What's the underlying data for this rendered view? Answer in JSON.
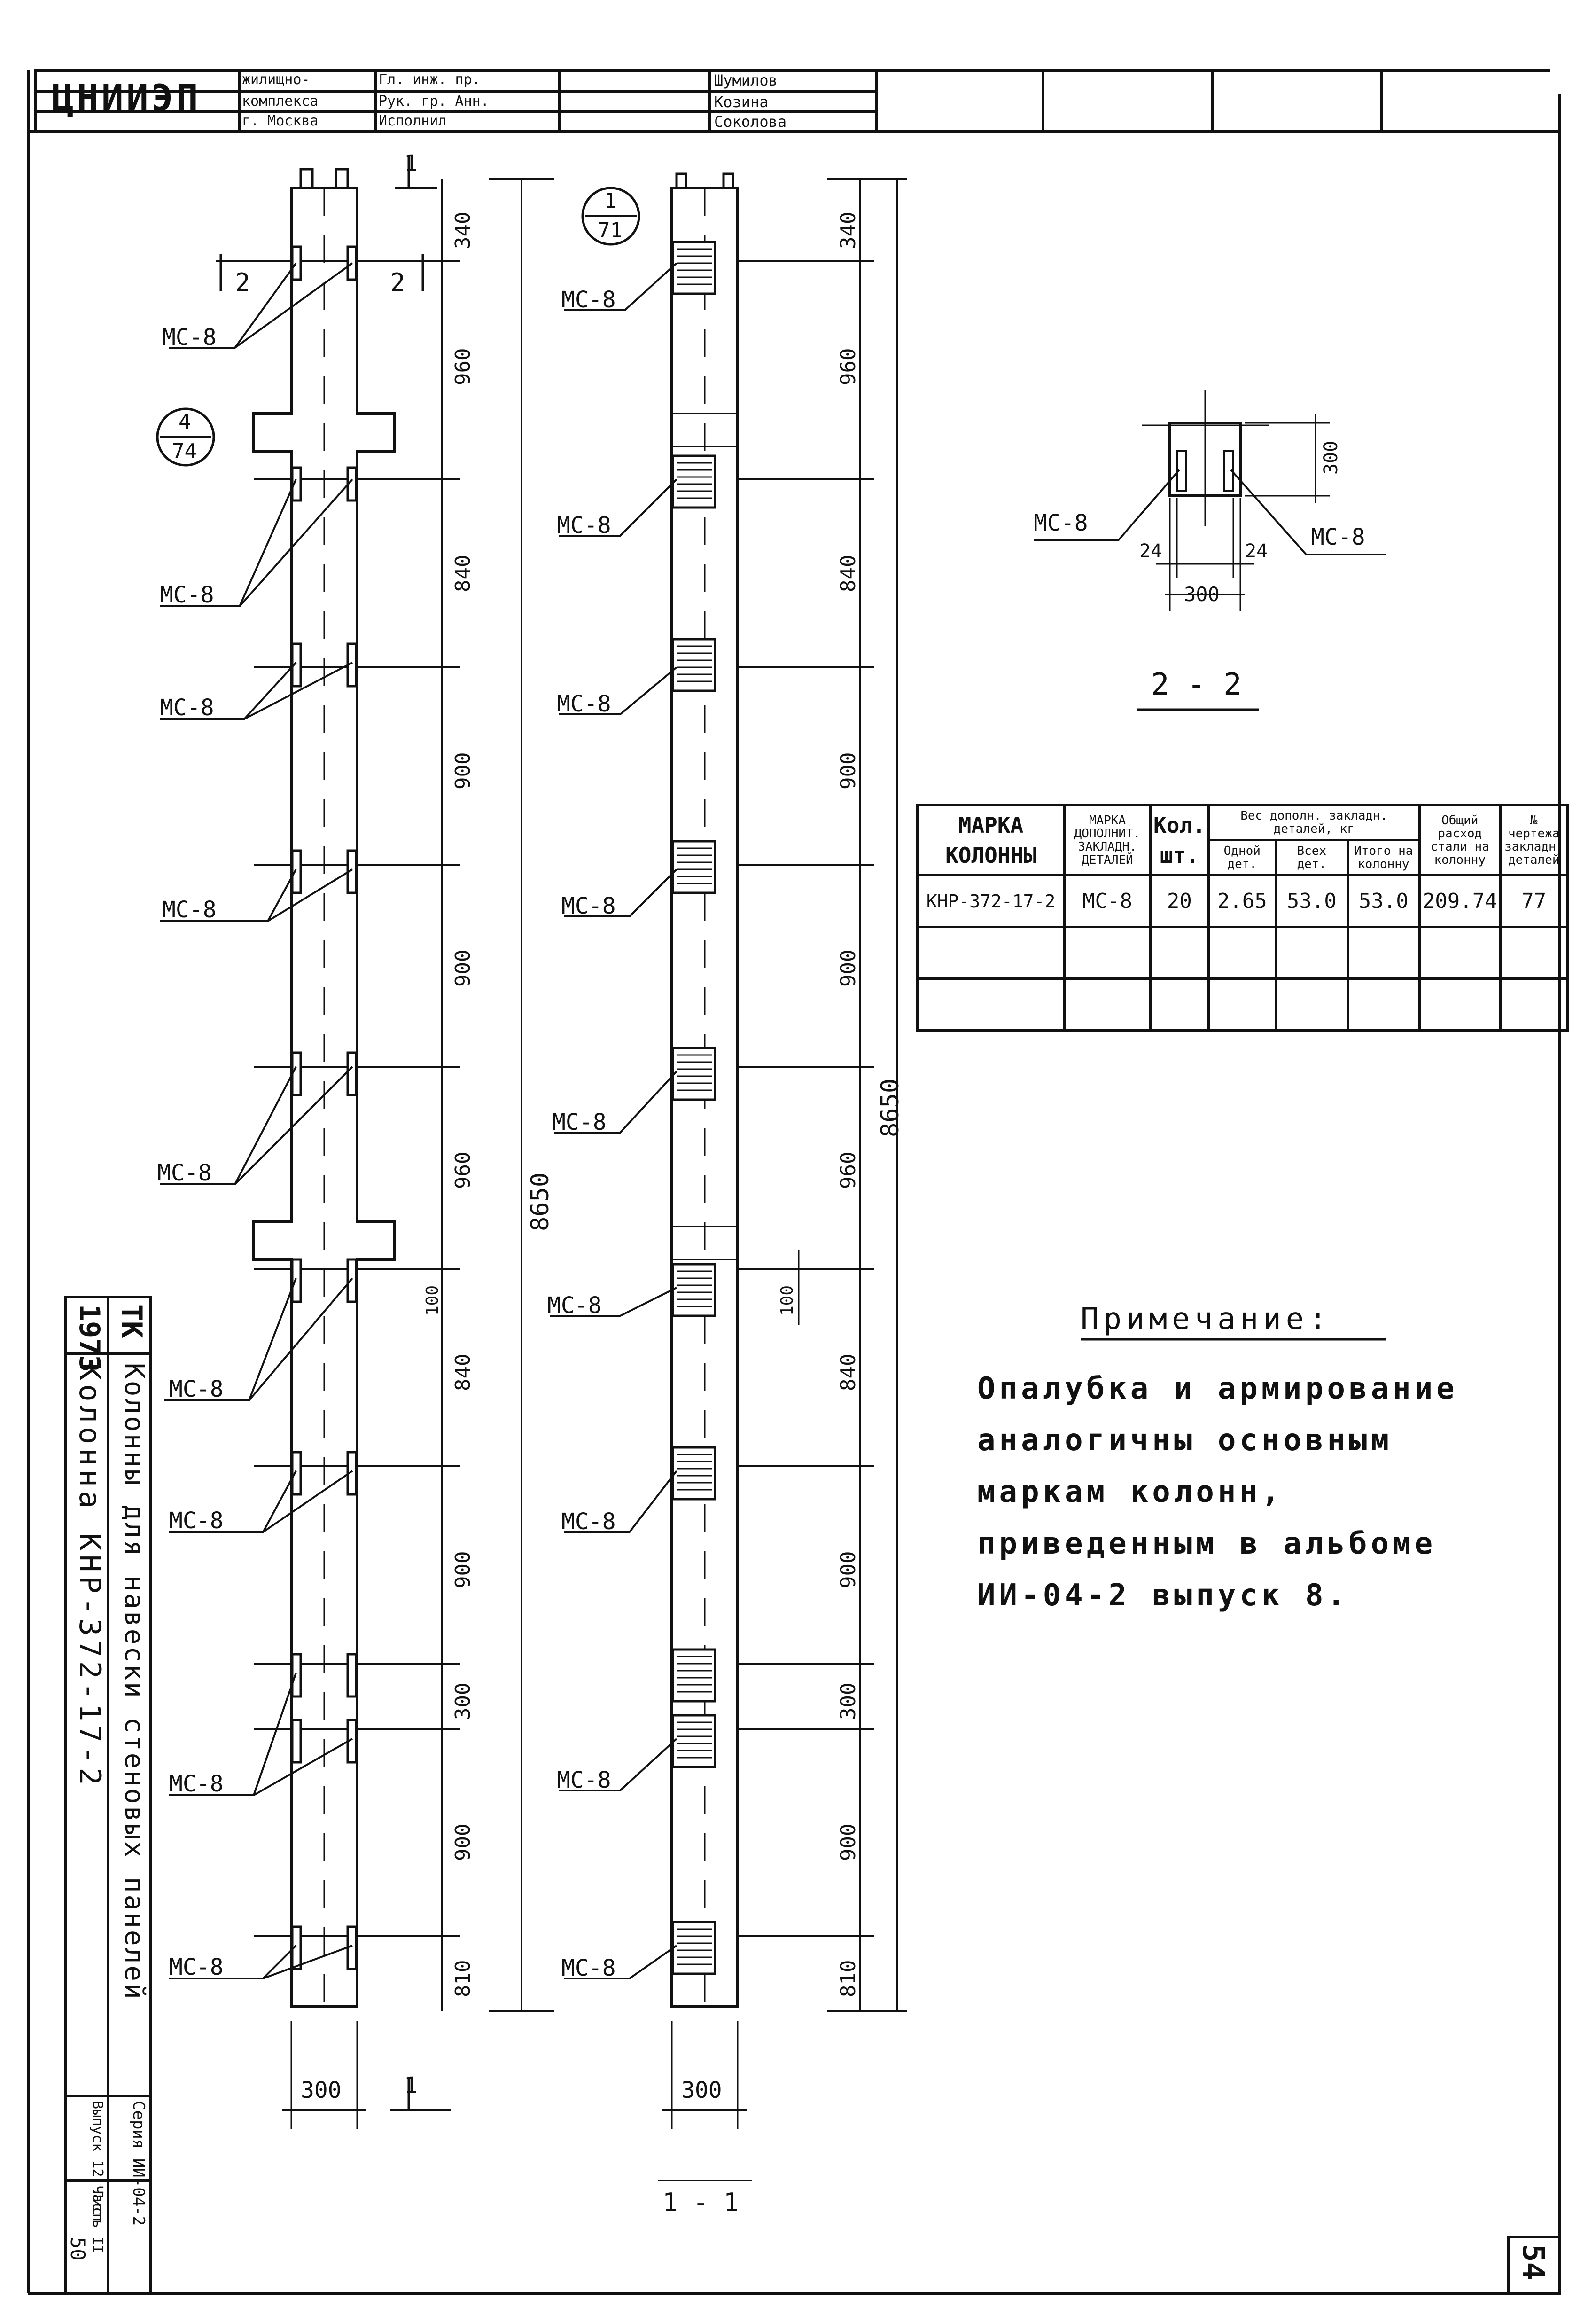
{
  "header": {
    "logo": "ЦНИИЭП",
    "org_lines": [
      "жилищно-",
      "комплекса",
      "г. Москва"
    ],
    "roles": [
      "Гл. инж. пр.",
      "Рук. гр. Анн.",
      "Исполнил"
    ],
    "names": [
      "Шумилов",
      "Козина",
      "Соколова"
    ]
  },
  "column_1": {
    "section_mark": "1",
    "callout_top": "4",
    "callout_bottom": "74",
    "section_label_left": "2",
    "section_label_right": "2",
    "width_dim": "300",
    "detail_label": "МС-8",
    "dims": [
      "340",
      "960",
      "840",
      "900",
      "900",
      "960",
      "840",
      "900",
      "300",
      "900",
      "810"
    ],
    "overall": "8650",
    "offset_dim": "100"
  },
  "column_2": {
    "callout_top": "1",
    "callout_bottom": "71",
    "width_dim": "300",
    "view_label": "1 - 1",
    "detail_label": "МС-8",
    "dims": [
      "340",
      "960",
      "840",
      "900",
      "900",
      "960",
      "840",
      "900",
      "300",
      "900",
      "810"
    ],
    "overall": "8650",
    "offset_dim": "100"
  },
  "section_2_2": {
    "title": "2 - 2",
    "left_label": "МС-8",
    "right_label": "МС-8",
    "height_dim": "300",
    "width_dim": "300",
    "inset_left": "24",
    "inset_right": "24"
  },
  "table": {
    "headers": {
      "mark": [
        "МАРКА",
        "КОЛОННЫ"
      ],
      "detail_mark": "МАРКА ДОПОЛНИТ. ЗАКЛАДН. ДЕТАЛЕЙ",
      "qty": [
        "Кол.",
        "шт."
      ],
      "weight_group": "Вес дополн. закладн. деталей, кг",
      "one": "Одной дет.",
      "all": "Всех дет.",
      "total_col": "Итого на колонну",
      "steel_total": "Общий расход стали на колонну",
      "drawing_no": "№ чертежа закладн. деталей"
    },
    "rows": [
      [
        "КНР-372-17-2",
        "МС-8",
        "20",
        "2.65",
        "53.0",
        "53.0",
        "209.74",
        "77"
      ],
      [
        "",
        "",
        "",
        "",
        "",
        "",
        "",
        ""
      ],
      [
        "",
        "",
        "",
        "",
        "",
        "",
        "",
        ""
      ]
    ]
  },
  "note": {
    "title": "Примечание:",
    "text": "Опалубка и армирование аналогичны основным маркам колонн, приведенным в альбоме ИИ-04-2 выпуск 8."
  },
  "side_stamp": {
    "year": "1973",
    "tk": "ТК",
    "title": "Колонны для навески стеновых панелей",
    "name": "Колонна КНР-372-17-2",
    "series": "Серия ИИ-04-2",
    "issue": "Выпуск 12 Часть II",
    "sheet_label": "Лист",
    "sheet_no": "50"
  },
  "page_number": "54"
}
